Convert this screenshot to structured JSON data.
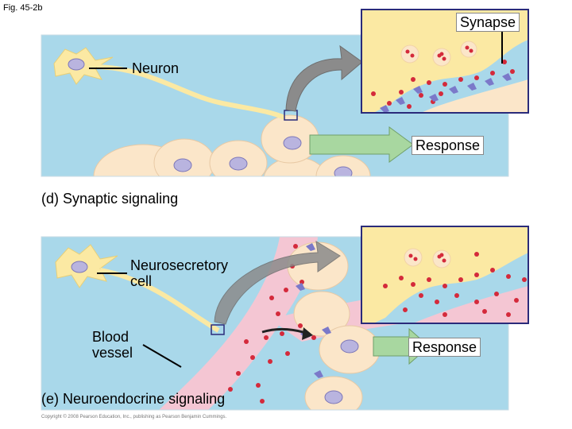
{
  "figure_label": "Fig. 45-2b",
  "colors": {
    "background_blue": "#a9d8ea",
    "vessel_pink": "#f4c6d3",
    "cell_fill": "#fbe6c9",
    "nucleus": "#b9b4df",
    "neuron_yellow": "#fbe9a3",
    "molecule_red": "#d42a3b",
    "receptor_purple": "#7b79c9",
    "arrow_gray": "#8b8b8b",
    "arrow_green": "#a8d7a0",
    "inset_border": "#2a2b7a"
  },
  "panel_d": {
    "synapse_label": "Synapse",
    "neuron_label": "Neuron",
    "response_label": "Response",
    "title": "(d) Synaptic signaling"
  },
  "panel_e": {
    "neurosecretory_label": "Neurosecretory\ncell",
    "blood_vessel_label": "Blood\nvessel",
    "response_label": "Response",
    "title": "(e) Neuroendocrine signaling"
  },
  "copyright": "Copyright © 2008 Pearson Education, Inc., publishing as Pearson Benjamin Cummings."
}
